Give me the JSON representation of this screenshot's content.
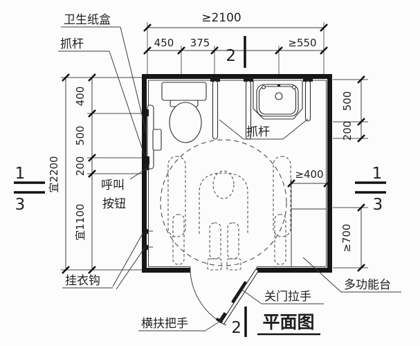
{
  "title": "平面图",
  "labels": {
    "toilet_paper_box": "卫生纸盒",
    "grab_bar_wall": "抓杆",
    "grab_bar_inner": "抓杆",
    "call_button_line1": "呼叫",
    "call_button_line2": "按钮",
    "coat_hook": "挂衣钩",
    "horizontal_door_handle": "横扶把手",
    "door_close_pull": "关门拉手",
    "multifunction_counter": "多功能台"
  },
  "dimensions": {
    "top": {
      "overall": "≥2100",
      "seg_450": "450",
      "seg_375": "375",
      "seg_550": "≥550"
    },
    "left": {
      "overall": "宜2200",
      "seg_400": "400",
      "seg_500": "500",
      "seg_200": "200",
      "seg_1100": "宜1100"
    },
    "right": {
      "seg_500": "500",
      "seg_200": "200",
      "seg_700": "≥700"
    },
    "interior": {
      "clearance_400": "≥400"
    }
  },
  "section_markers": {
    "top": "2",
    "bottom": "2",
    "left_top": "1",
    "left_bottom": "3",
    "right_top": "1",
    "right_bottom": "3"
  }
}
